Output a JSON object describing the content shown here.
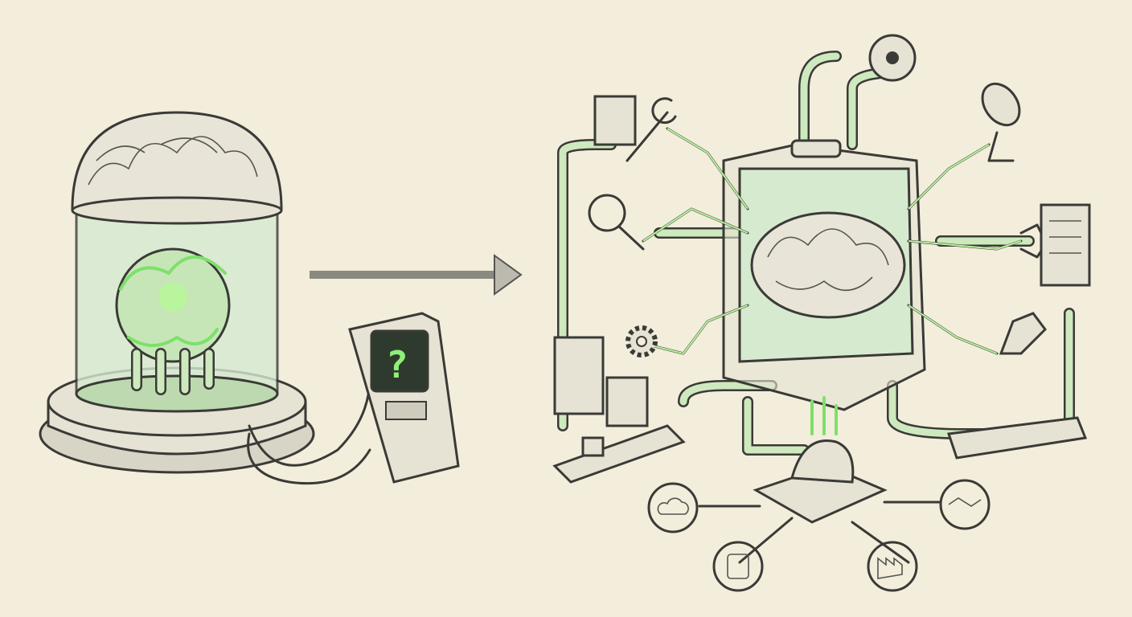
{
  "illustration": {
    "left_terminal_screen_text": "?",
    "colors": {
      "background": "#f3eddc",
      "ink": "#3a3a36",
      "accent_green": "#7ee06a",
      "screen": "#2f3a2e"
    },
    "icons": [
      "brain-in-jar",
      "question-terminal",
      "arrow-right",
      "central-brain-machine",
      "wrench",
      "magnifier",
      "gear",
      "satellite-dish",
      "robot-claw",
      "robot-hand",
      "server-rack",
      "conveyor-belt",
      "cloud",
      "database",
      "handshake",
      "factory",
      "film-reel"
    ]
  }
}
